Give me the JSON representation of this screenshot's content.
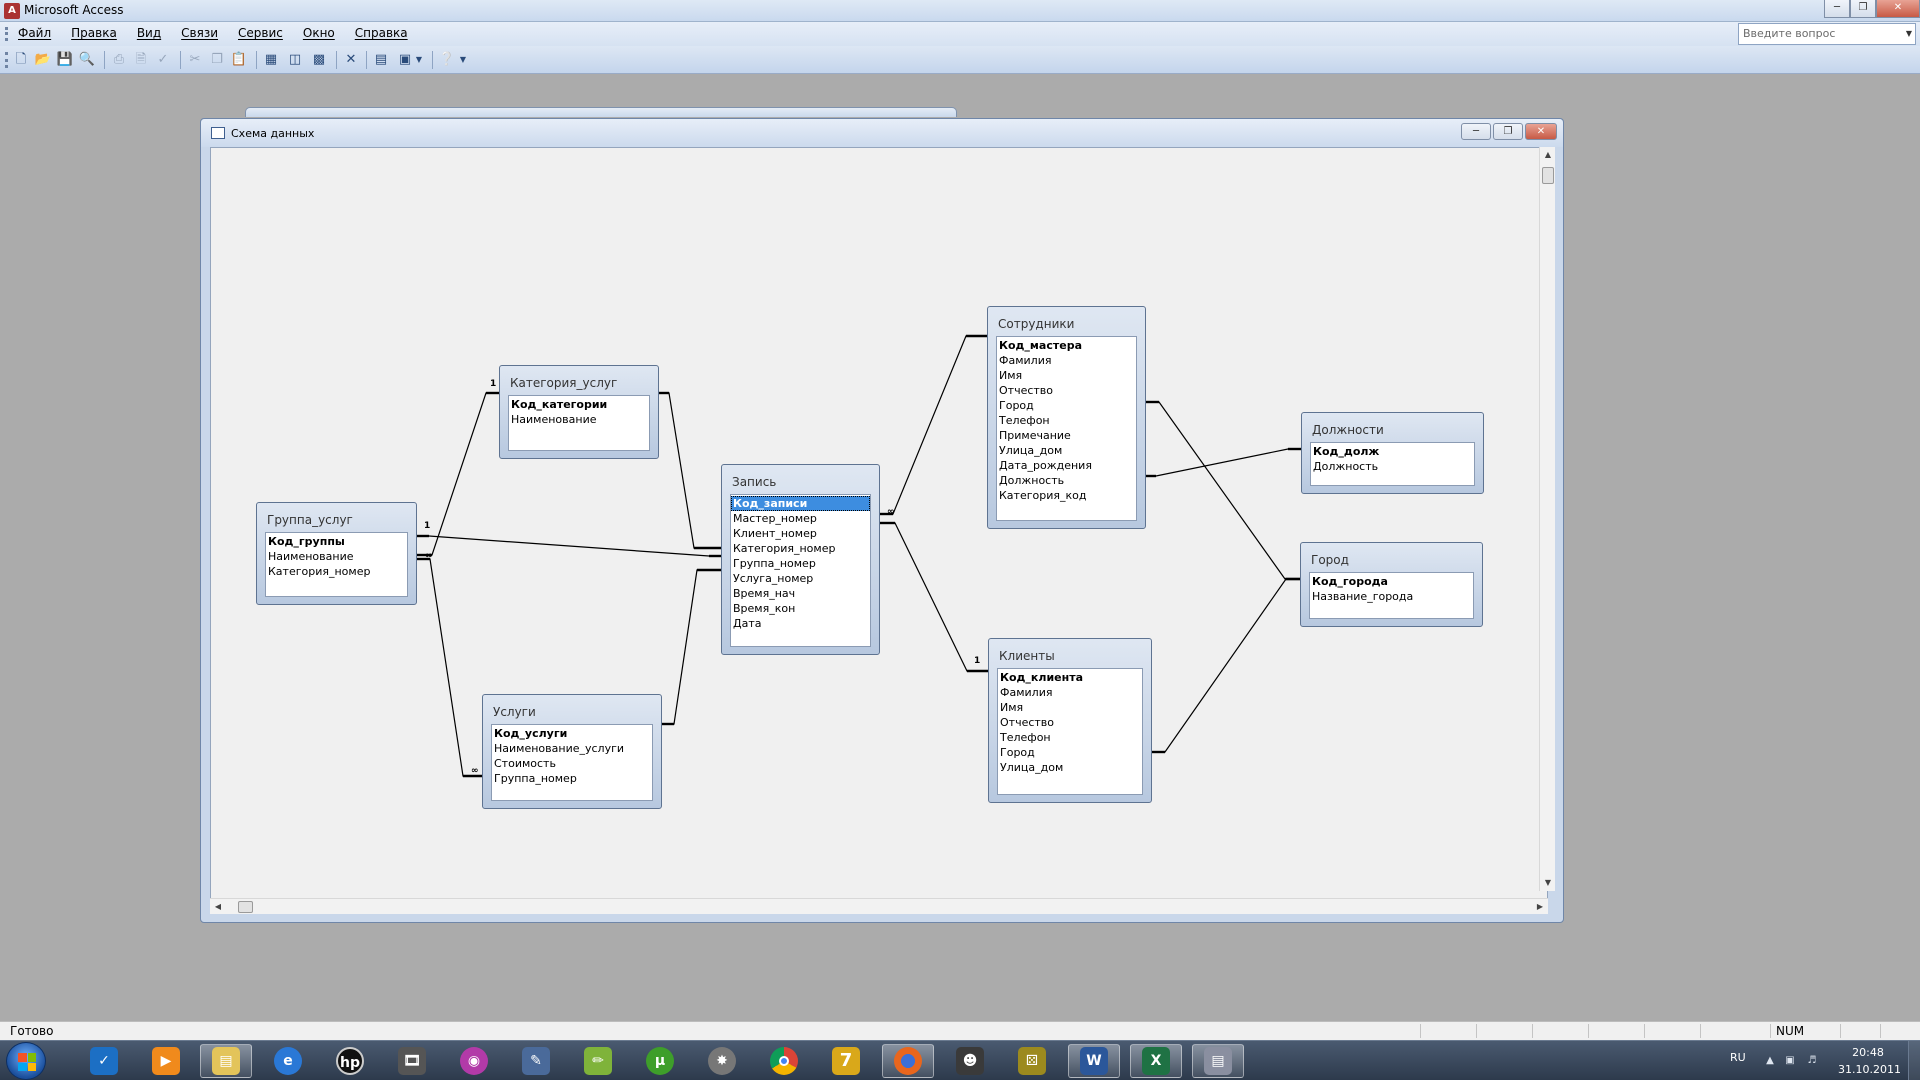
{
  "app": {
    "title": "Microsoft Access"
  },
  "menu": {
    "items": [
      "Файл",
      "Правка",
      "Вид",
      "Связи",
      "Сервис",
      "Окно",
      "Справка"
    ]
  },
  "help": {
    "placeholder": "Введите вопрос"
  },
  "schema": {
    "title": "Схема данных"
  },
  "tables": {
    "kategoriya": {
      "title": "Категория_услуг",
      "fields": [
        "Код_категории",
        "Наименование"
      ]
    },
    "gruppa": {
      "title": "Группа_услуг",
      "fields": [
        "Код_группы",
        "Наименование",
        "Категория_номер"
      ]
    },
    "uslugi": {
      "title": "Услуги",
      "fields": [
        "Код_услуги",
        "Наименование_услуги",
        "Стоимость",
        "Группа_номер"
      ]
    },
    "zapis": {
      "title": "Запись",
      "fields": [
        "Код_записи",
        "Мастер_номер",
        "Клиент_номер",
        "Категория_номер",
        "Группа_номер",
        "Услуга_номер",
        "Время_нач",
        "Время_кон",
        "Дата"
      ]
    },
    "sotrudniki": {
      "title": "Сотрудники",
      "fields": [
        "Код_мастера",
        "Фамилия",
        "Имя",
        "Отчество",
        "Город",
        "Телефон",
        "Примечание",
        "Улица_дом",
        "Дата_рождения",
        "Должность",
        "Категория_код"
      ]
    },
    "klienty": {
      "title": "Клиенты",
      "fields": [
        "Код_клиента",
        "Фамилия",
        "Имя",
        "Отчество",
        "Телефон",
        "Город",
        "Улица_дом"
      ]
    },
    "dolzhnosti": {
      "title": "Должности",
      "fields": [
        "Код_долж",
        "Должность"
      ]
    },
    "gorod": {
      "title": "Город",
      "fields": [
        "Код_города",
        "Название_города"
      ]
    }
  },
  "cardinality": {
    "one": "1",
    "many": "∞"
  },
  "status": {
    "text": "Готово",
    "num": "NUM"
  },
  "taskbar": {
    "lang": "RU",
    "time": "20:48",
    "date": "31.10.2011"
  }
}
